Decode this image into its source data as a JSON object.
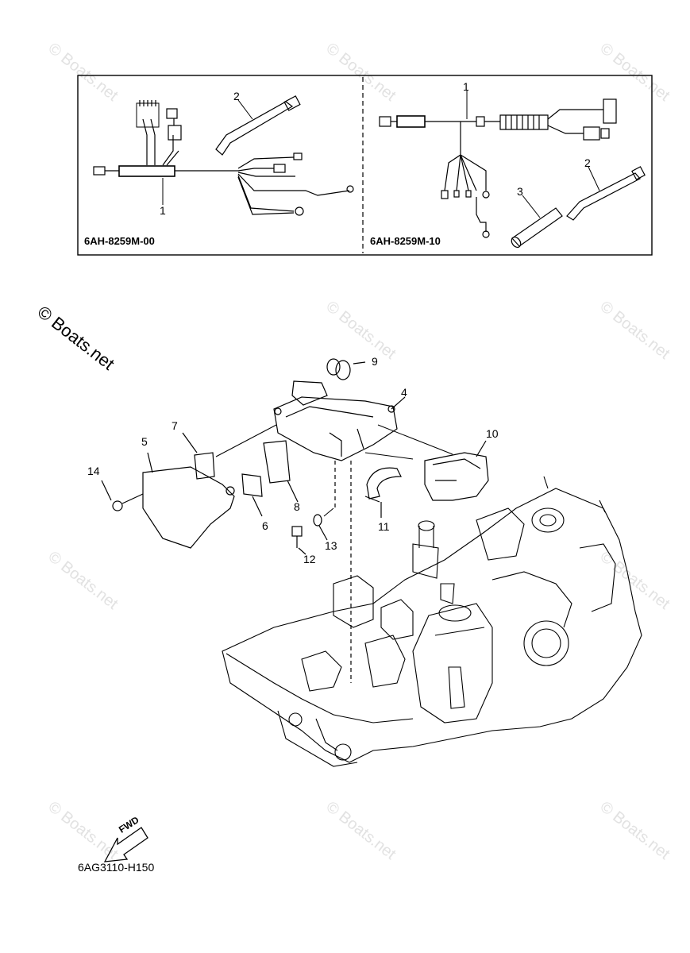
{
  "watermarks": {
    "text": "© Boats.net",
    "main_text": "© Boats.net"
  },
  "kit_box": {
    "left_panel": {
      "part_number": "6AH-8259M-00",
      "callouts": [
        "1",
        "2"
      ]
    },
    "right_panel": {
      "part_number": "6AH-8259M-10",
      "callouts": [
        "1",
        "2",
        "3"
      ]
    }
  },
  "main_callouts": [
    "4",
    "5",
    "6",
    "7",
    "8",
    "9",
    "10",
    "11",
    "12",
    "13",
    "14"
  ],
  "fwd_arrow": {
    "label": "FWD"
  },
  "diagram_code": "6AG3110-H150"
}
